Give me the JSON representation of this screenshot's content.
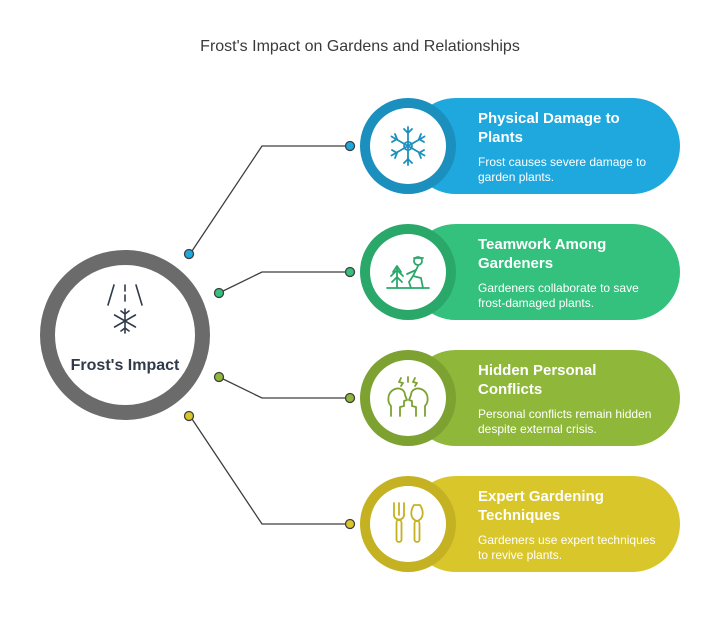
{
  "title": "Frost's Impact on Gardens and Relationships",
  "center": {
    "label": "Frost's Impact",
    "icon": "frost-snowflake-icon",
    "color": "#6b6b6b"
  },
  "items": [
    {
      "title": "Physical Damage to Plants",
      "description": "Frost causes severe damage to garden plants.",
      "color": "#1fa8de",
      "dark": "#1b8fbd",
      "icon": "snowflake-icon"
    },
    {
      "title": "Teamwork Among Gardeners",
      "description": "Gardeners collaborate to save frost-damaged plants.",
      "color": "#34c07d",
      "dark": "#2aa86a",
      "icon": "gardener-icon"
    },
    {
      "title": "Hidden Personal Conflicts",
      "description": "Personal conflicts remain hidden despite external crisis.",
      "color": "#8fb83a",
      "dark": "#7ea232",
      "icon": "conflict-heads-icon"
    },
    {
      "title": "Expert Gardening Techniques",
      "description": "Gardeners use expert techniques to revive plants.",
      "color": "#d9c62a",
      "dark": "#c4b222",
      "icon": "garden-tools-icon"
    }
  ]
}
